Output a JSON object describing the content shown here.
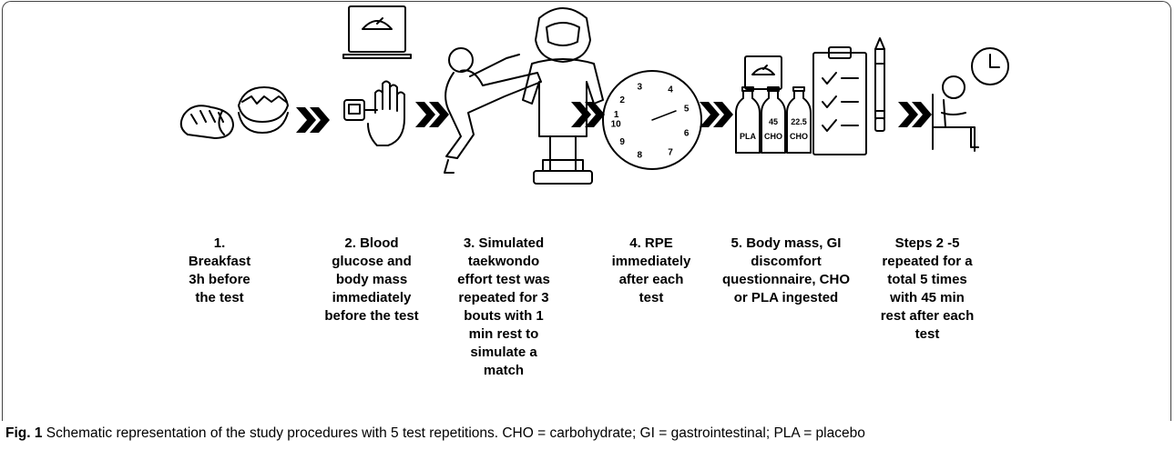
{
  "figure": {
    "caption_label": "Fig. 1",
    "caption_text": " Schematic representation of the study procedures with 5 test repetitions. CHO = carbohydrate; GI = gastrointestinal; PLA = placebo"
  },
  "steps": [
    {
      "text": "1.\nBreakfast\n3h before\nthe test"
    },
    {
      "text": "2. Blood\nglucose and\nbody mass\nimmediately\nbefore the test"
    },
    {
      "text": "3. Simulated\ntaekwondo\neffort test was\nrepeated for 3\nbouts with 1\nmin rest to\nsimulate a\nmatch"
    },
    {
      "text": "4. RPE\nimmediately\nafter each\ntest"
    },
    {
      "text": "5. Body mass, GI\ndiscomfort\nquestionnaire, CHO\nor PLA ingested"
    },
    {
      "text": "Steps 2 -5\nrepeated for a\ntotal 5 times\nwith 45 min\nrest after each\ntest"
    }
  ],
  "bottles": [
    {
      "top": "",
      "bottom": "PLA"
    },
    {
      "top": "45",
      "bottom": "CHO"
    },
    {
      "top": "22.5",
      "bottom": "CHO"
    }
  ],
  "rpe_scale": [
    "1",
    "2",
    "3",
    "4",
    "5",
    "6",
    "7",
    "8",
    "9",
    "10"
  ],
  "icons": {
    "breakfast": "bread-and-eggs-icon",
    "scale": "weighing-scale-icon",
    "glucose": "glucometer-finger-icon",
    "kick": "taekwondo-kick-icon",
    "rpe": "rpe-clock-scale-icon",
    "drinks": "drink-bottles-icon",
    "questionnaire": "clipboard-checklist-icon",
    "pencil": "pencil-icon",
    "rest": "seated-person-clock-icon",
    "arrow": "double-chevron-icon"
  }
}
